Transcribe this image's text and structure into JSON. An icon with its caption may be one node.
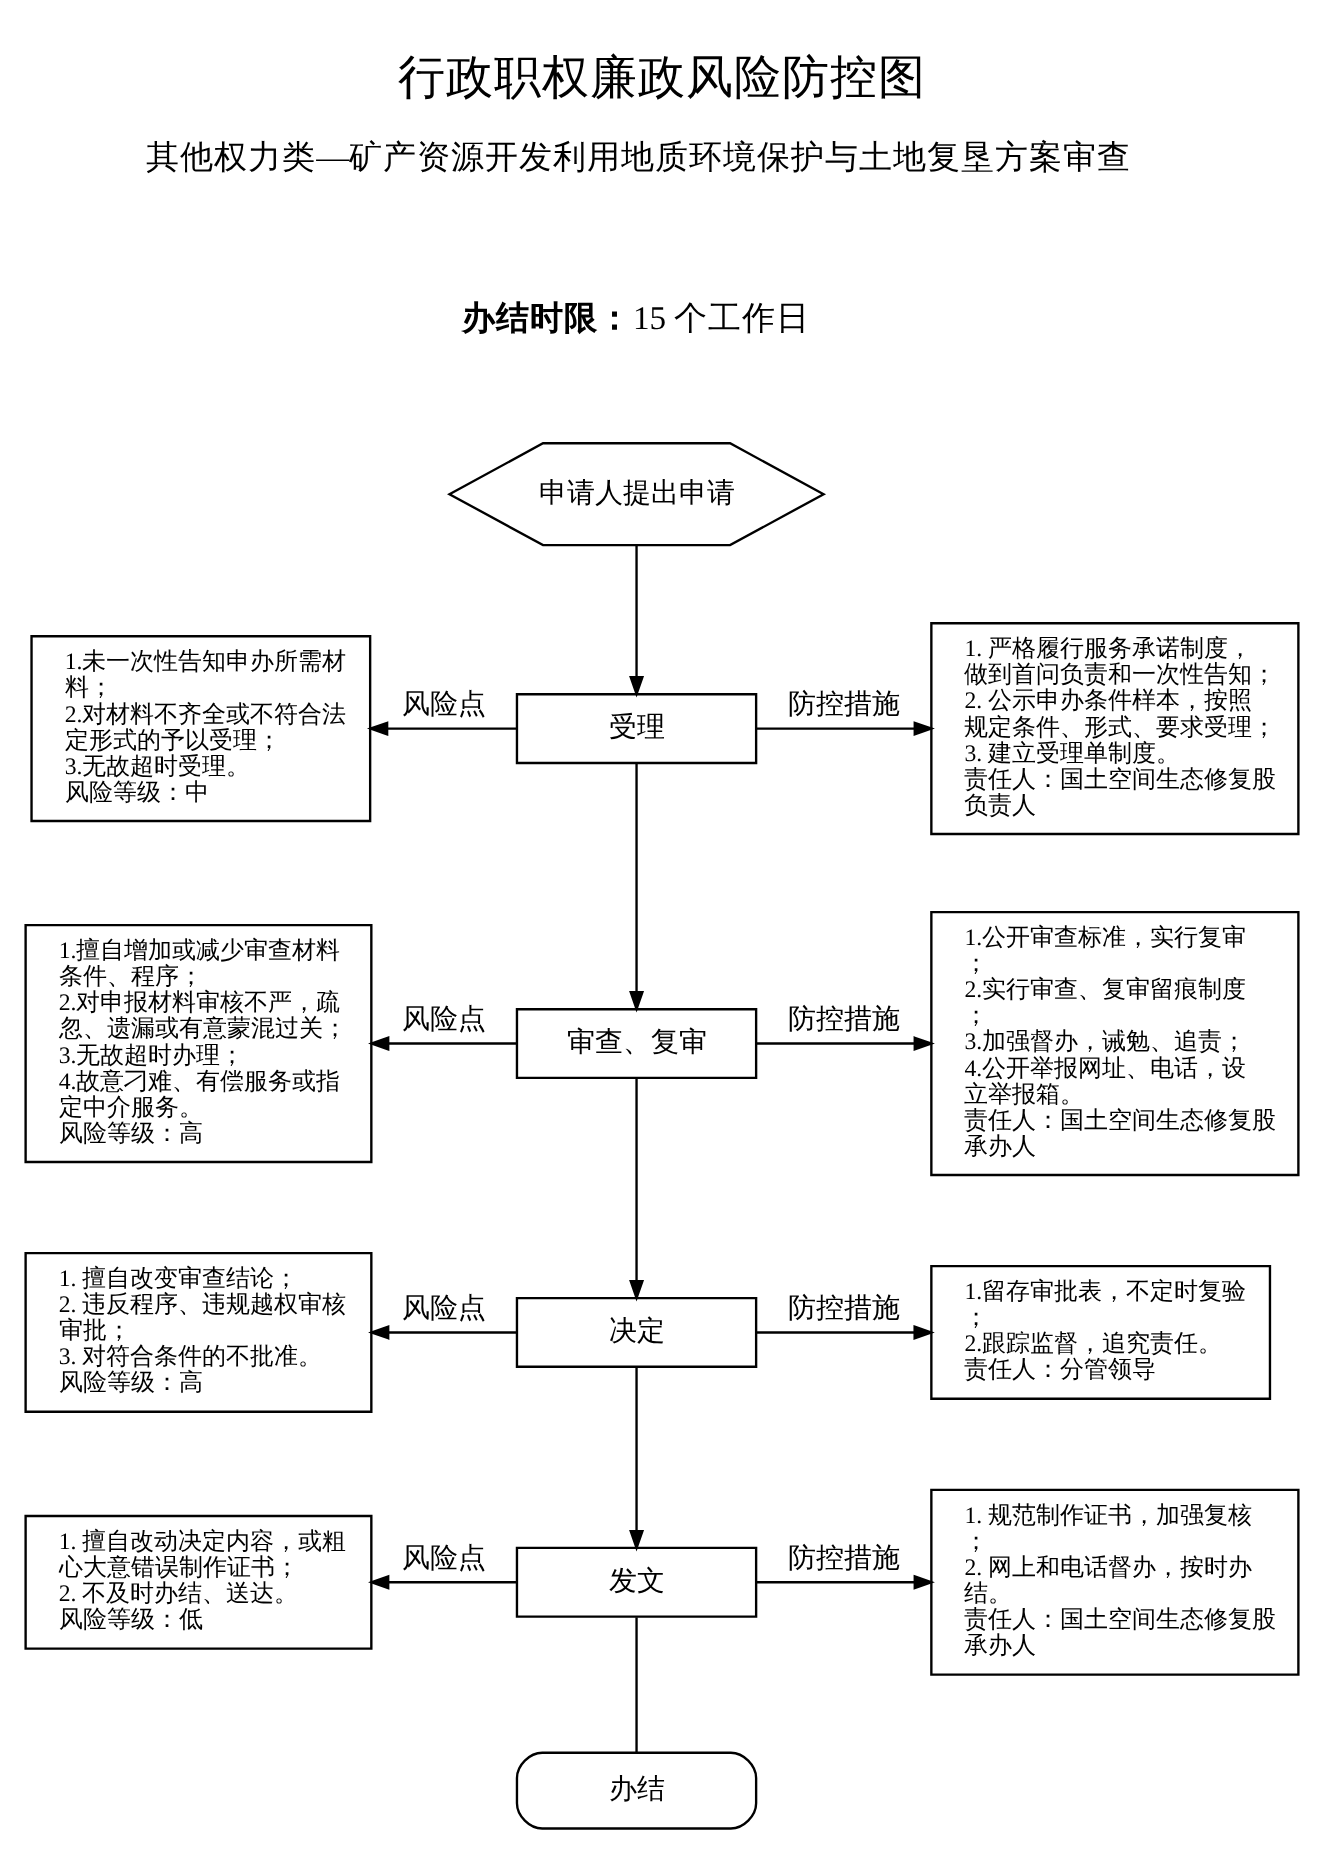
{
  "diagram": {
    "title": "行政职权廉政风险防控图",
    "nodes": [
      {
        "text": [
          "申请人提出申请"
        ]
      },
      {
        "text": [
          "受理"
        ]
      },
      {
        "text": [
          "1.未一次性告知申办所需材料；",
          "2.对材料不齐全或不符合法定形式的予以受理；",
          "3.无故超时受理。",
          "风险等级：中"
        ]
      },
      {
        "text": [
          "1. 严格履行服务承诺制度，做到首问负责和一次性告知；",
          "2. 公示申办条件样本，按照规定条件、形式、要求受理；",
          "3. 建立受理单制度。",
          "责任人：国土空间生态修复股负责人"
        ]
      },
      {
        "text": [
          "审查、复审"
        ]
      },
      {
        "text": [
          "1.擅自增加或减少审查材料条件、程序；",
          "2.对申报材料审核不严，疏忽、遗漏或有意蒙混过关；",
          "3.无故超时办理；",
          "4.故意刁难、有偿服务或指定中介服务。",
          "风险等级：高"
        ]
      },
      {
        "text": [
          "1.公开审查标准，实行复审；",
          "2.实行审查、复审留痕制度；",
          "3.加强督办，诫勉、追责；",
          "4.公开举报网址、电话，设立举报箱。",
          "责任人：国土空间生态修复股承办人"
        ]
      },
      {
        "text": [
          "决定"
        ]
      },
      {
        "text": [
          "1. 擅自改变审查结论；",
          "2. 违反程序、违规越权审核审批；",
          "3. 对符合条件的不批准。",
          "风险等级：高"
        ]
      },
      {
        "text": [
          "1.留存审批表，不定时复验；",
          "2.跟踪监督，追究责任。",
          "责任人：分管领导"
        ]
      },
      {
        "text": [
          "发文"
        ]
      },
      {
        "text": [
          "1. 擅自改动决定内容，或粗心大意错误制作证书；",
          "2. 不及时办结、送达。",
          "风险等级：低"
        ]
      },
      {
        "text": [
          "1. 规范制作证书，加强复核；",
          "2. 网上和电话督办，按时办结。",
          "责任人：国土空间生态修复股承办人"
        ]
      },
      {
        "text": [
          "办结"
        ]
      }
    ],
    "edges": [
      {
        "from": 0,
        "to": 1,
        "arrow": "to"
      },
      {
        "from": 1,
        "to": 2,
        "arrow": "to",
        "label": "风险点"
      },
      {
        "from": 1,
        "to": 3,
        "arrow": "to",
        "label": "防控措施"
      },
      {
        "from": 1,
        "to": 4,
        "arrow": "to"
      },
      {
        "from": 4,
        "to": 5,
        "arrow": "to",
        "label": "风险点"
      },
      {
        "from": 4,
        "to": 6,
        "arrow": "to",
        "label": "防控措施"
      },
      {
        "from": 4,
        "to": 7,
        "arrow": "to"
      },
      {
        "from": 7,
        "to": 8,
        "arrow": "to",
        "label": "风险点"
      },
      {
        "from": 7,
        "to": 9,
        "arrow": "to",
        "label": "防控措施"
      },
      {
        "from": 7,
        "to": 10,
        "arrow": "to"
      },
      {
        "from": 10,
        "to": 11,
        "arrow": "to",
        "label": "风险点"
      },
      {
        "from": 10,
        "to": 12,
        "arrow": "to",
        "label": "防控措施"
      },
      {
        "from": 10,
        "to": 13,
        "arrow": "none"
      }
    ],
    "labels": [
      "其他权力类—矿产资源开发利用地质环境保护与土地复垦方案审查",
      "**办结时限：**15 个工作日"
    ]
  }
}
